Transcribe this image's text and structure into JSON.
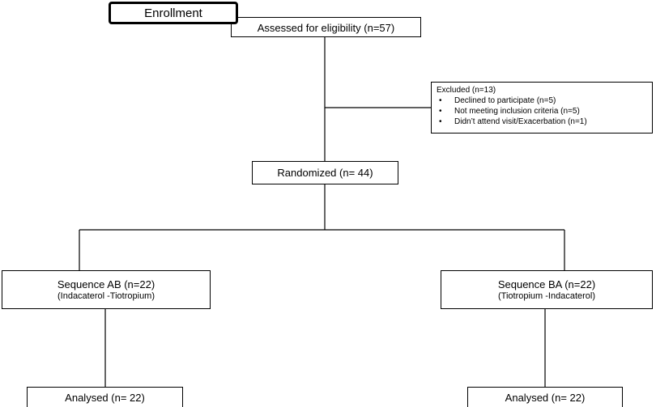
{
  "enrollment": {
    "label": "Enrollment"
  },
  "assessed": {
    "label": "Assessed for eligibility (n=57)"
  },
  "excluded": {
    "title": "Excluded (n=13)",
    "bullet": "•",
    "items": [
      "Declined to participate (n=5)",
      "Not meeting inclusion criteria (n=5)",
      "Didn’t attend visit/Exacerbation (n=1)"
    ]
  },
  "randomized": {
    "label": "Randomized (n= 44)"
  },
  "sequence_ab": {
    "label": "Sequence AB (n=22)",
    "sub": "(Indacaterol -Tiotropium)"
  },
  "sequence_ba": {
    "label": "Sequence BA (n=22)",
    "sub": "(Tiotropium -Indacaterol)"
  },
  "analysed_left": {
    "label": "Analysed (n= 22)"
  },
  "analysed_right": {
    "label": "Analysed (n= 22)"
  }
}
